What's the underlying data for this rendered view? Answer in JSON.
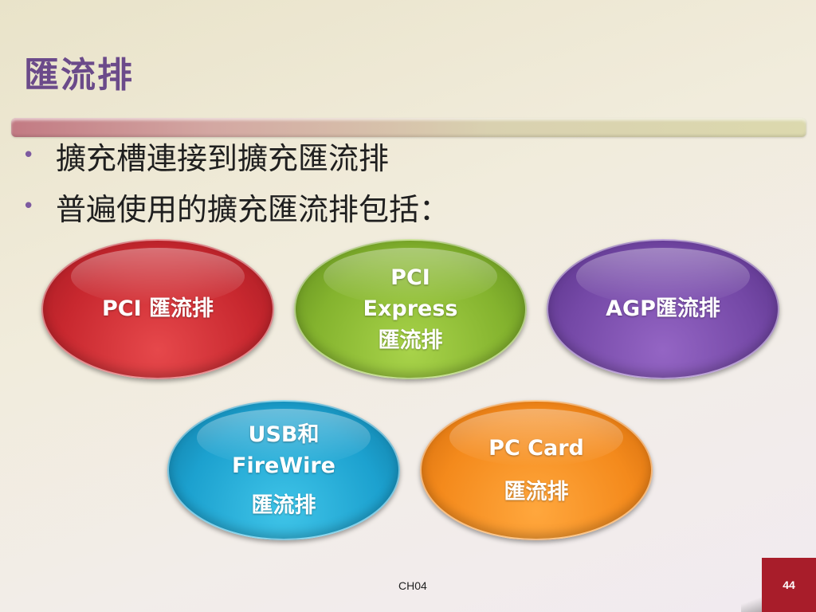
{
  "slide": {
    "title": "匯流排",
    "bullets": [
      "擴充槽連接到擴充匯流排",
      "普遍使用的擴充匯流排包括："
    ],
    "ovals": [
      {
        "lines": [
          "PCI 匯流排"
        ],
        "color": "#c8282f"
      },
      {
        "lines": [
          "PCI",
          "Express",
          "匯流排"
        ],
        "color": "#84b32e"
      },
      {
        "lines": [
          "AGP匯流排"
        ],
        "color": "#7448a6"
      },
      {
        "lines": [
          "USB和",
          "FireWire",
          "匯流排"
        ],
        "color": "#1ca1cf"
      },
      {
        "lines": [
          "PC Card",
          "匯流排"
        ],
        "color": "#f48a1c"
      }
    ],
    "footer": "CH04",
    "page_number": "44",
    "accent_color": "#a81d2a"
  }
}
